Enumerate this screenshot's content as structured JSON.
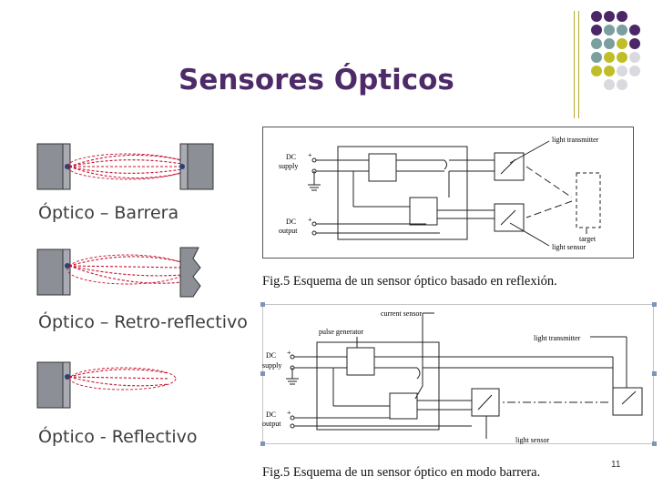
{
  "slide": {
    "title": "Sensores Ópticos",
    "page_number": "11"
  },
  "sensor_types": [
    {
      "caption": "Óptico – Barrera"
    },
    {
      "caption": "Óptico – Retro-reflectivo"
    },
    {
      "caption": "Óptico - Reflectivo"
    }
  ],
  "diagram1": {
    "caption": "Fig.5 Esquema de un sensor óptico basado en reflexión.",
    "labels": {
      "dc": "DC",
      "supply": "supply",
      "dc2": "DC",
      "output": "output",
      "plus": "+",
      "light_transmitter": "light transmitter",
      "target": "target",
      "light_sensor": "light sensor"
    }
  },
  "diagram2": {
    "caption": "Fig.5 Esquema de un sensor óptico en modo barrera.",
    "labels": {
      "dc": "DC",
      "supply": "supply",
      "dc2": "DC",
      "output": "output",
      "plus": "+",
      "current_sensor": "current sensor",
      "pulse_generator": "pulse generator",
      "light_transmitter": "light transmitter",
      "light_sensor": "light sensor"
    }
  },
  "colors": {
    "title": "#4d2a68",
    "purple_dot": "#4b2767",
    "teal_dot": "#7b9e9e",
    "olive_dot": "#bfbe29",
    "gray_dot": "#d9d9e0",
    "beam": "#c8102e"
  }
}
